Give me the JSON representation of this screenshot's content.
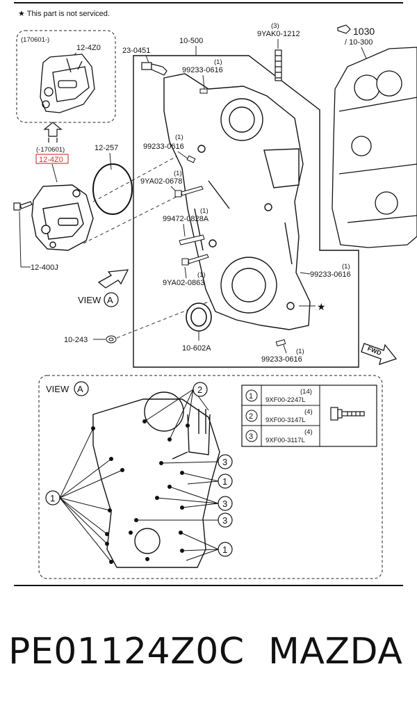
{
  "header": {
    "note": "★ This part is not serviced."
  },
  "parts": {
    "inset_code": "(170601-)",
    "inset_part": "12-4Z0",
    "inset_code_below": "(-170601)",
    "highlighted_part": "12-4Z0",
    "bolt_12_400J": "12-400J",
    "oring_12_257": "12-257",
    "bolt_23_0451": "23-0451",
    "cover_10_500": "10-500",
    "stud_9YAK0_1212": "9YAK0-1212",
    "stud_qty": "(3)",
    "block_ref": "1030",
    "block_ref_sub": "/ 10-300",
    "p99233_0616_a": "99233-0616",
    "p99233_0616_a_qty": "(1)",
    "p99233_0616_b": "99233-0616",
    "p99233_0616_b_qty": "(1)",
    "p9YA02_0678": "9YA02-0678",
    "p9YA02_0678_qty": "(1)",
    "p99472_0828A": "99472-0828A",
    "p99472_0828A_qty": "(1)",
    "p9YA02_0863": "9YA02-0863",
    "p9YA02_0863_qty": "(1)",
    "p99233_0616_c": "99233-0616",
    "p99233_0616_c_qty": "(1)",
    "p99233_0616_d": "99233-0616",
    "p99233_0616_d_qty": "(1)",
    "seal_10_602A": "10-602A",
    "plug_10_243": "10-243",
    "view_label": "VIEW",
    "view_letter": "A",
    "fwd_label": "FWD",
    "star": "★"
  },
  "view_panel": {
    "title": "VIEW",
    "letter": "A",
    "callout_1": "1",
    "callout_2": "2",
    "callout_3": "3"
  },
  "legend": [
    {
      "num": "1",
      "qty": "(14)",
      "part": "9XF00-2247L"
    },
    {
      "num": "2",
      "qty": "(4)",
      "part": "9XF00-3147L"
    },
    {
      "num": "3",
      "qty": "(4)",
      "part": "9XF00-3117L"
    }
  ],
  "caption": {
    "part_number": "PE01124Z0C",
    "brand": "MAZDA"
  }
}
